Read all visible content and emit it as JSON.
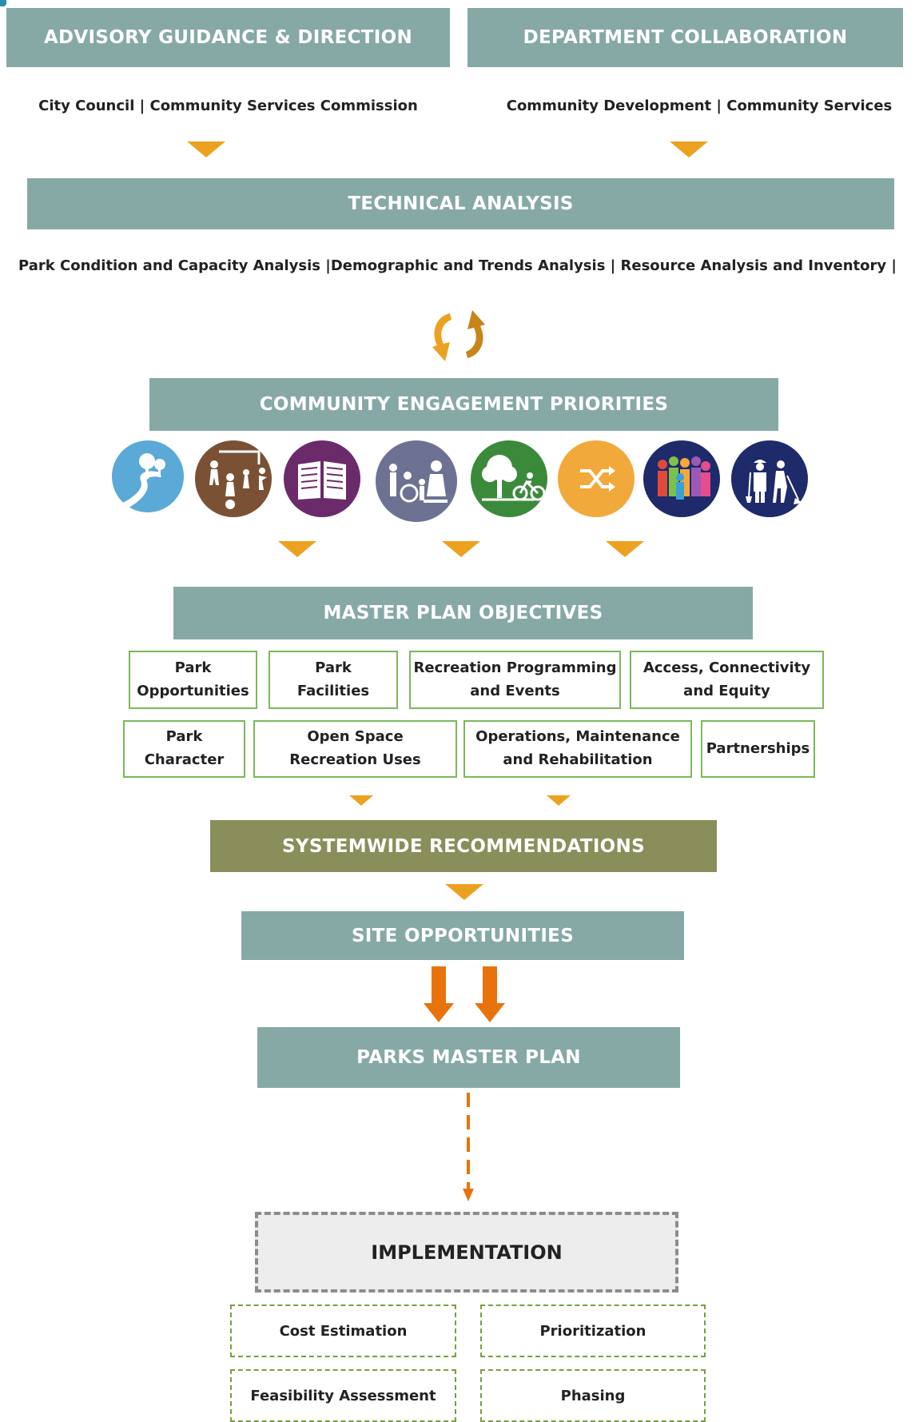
{
  "header": {
    "advisory_title": "ADVISORY GUIDANCE & DIRECTION",
    "advisory_sub": "City Council | Community Services Commission",
    "department_title": "DEPARTMENT COLLABORATION",
    "department_sub": "Community Development | Community Services"
  },
  "technical": {
    "title": "TECHNICAL ANALYSIS",
    "sub": "Park Condition and Capacity Analysis |Demographic and Trends Analysis | Resource Analysis and Inventory |"
  },
  "engagement": {
    "title": "COMMUNITY ENGAGEMENT PRIORITIES",
    "icons": [
      {
        "name": "park-trail-icon",
        "color": "#5aa9d6"
      },
      {
        "name": "sports-activity-icon",
        "color": "#7a5134"
      },
      {
        "name": "book-icon",
        "color": "#6b2b6b"
      },
      {
        "name": "accessibility-family-icon",
        "color": "#6d7192"
      },
      {
        "name": "tree-bicycle-icon",
        "color": "#3b8a3b"
      },
      {
        "name": "shuffle-icon",
        "color": "#f2a93b"
      },
      {
        "name": "diverse-community-icon",
        "color": "#1f2a6b"
      },
      {
        "name": "workers-maintenance-icon",
        "color": "#1f2a6b"
      }
    ]
  },
  "objectives": {
    "title": "MASTER PLAN OBJECTIVES",
    "items": [
      {
        "line1": "Park",
        "line2": "Opportunities"
      },
      {
        "line1": "Park",
        "line2": "Facilities"
      },
      {
        "line1": "Recreation Programming",
        "line2": "and Events"
      },
      {
        "line1": "Access, Connectivity",
        "line2": "and Equity"
      },
      {
        "line1": "Park",
        "line2": "Character"
      },
      {
        "line1": "Open Space",
        "line2": "Recreation Uses"
      },
      {
        "line1": "Operations, Maintenance",
        "line2": "and Rehabilitation"
      },
      {
        "line1": "Partnerships",
        "line2": ""
      }
    ]
  },
  "systemwide": {
    "title": "SYSTEMWIDE RECOMMENDATIONS"
  },
  "site": {
    "title": "SITE OPPORTUNITIES"
  },
  "master_plan": {
    "title": "PARKS MASTER PLAN"
  },
  "implementation": {
    "title": "IMPLEMENTATION",
    "items": [
      "Cost Estimation",
      "Prioritization",
      "Feasibility Assessment",
      "Phasing"
    ]
  },
  "colors": {
    "bar": "#86a9a6",
    "olive": "#8a8e5a",
    "arrow_gold": "#eda121",
    "arrow_orange": "#e8730c",
    "green_border": "#7cb85a"
  }
}
